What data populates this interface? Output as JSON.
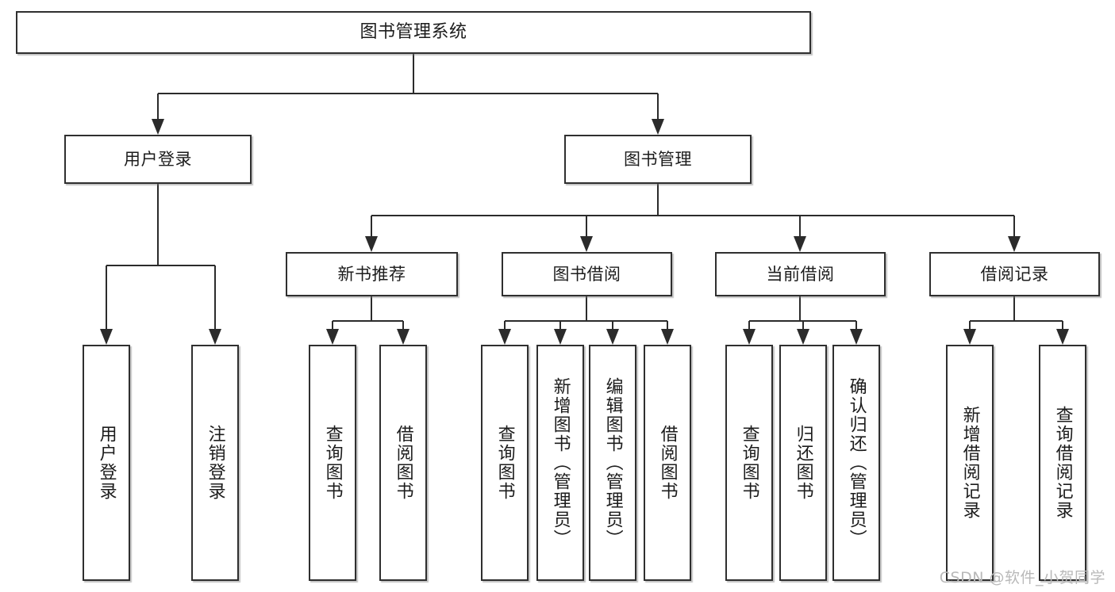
{
  "diagram": {
    "type": "tree",
    "title": "图书管理系统",
    "watermark": "CSDN @软件_小贺同学",
    "colors": {
      "box_border": "#2f2f2f",
      "box_fill": "#ffffff",
      "connector": "#2b2b2b",
      "text": "#1c1c1c",
      "watermark": "#b9b9b9",
      "background": "#ffffff"
    },
    "nodes": {
      "root": {
        "label": "图书管理系统",
        "level": 1,
        "orientation": "horizontal"
      },
      "user_login": {
        "label": "用户登录",
        "level": 2,
        "orientation": "horizontal"
      },
      "book_manage": {
        "label": "图书管理",
        "level": 2,
        "orientation": "horizontal"
      },
      "new_book_rec": {
        "label": "新书推荐",
        "level": 3,
        "orientation": "horizontal"
      },
      "book_borrow": {
        "label": "图书借阅",
        "level": 3,
        "orientation": "horizontal"
      },
      "current_borrow": {
        "label": "当前借阅",
        "level": 3,
        "orientation": "horizontal"
      },
      "borrow_record": {
        "label": "借阅记录",
        "level": 3,
        "orientation": "horizontal"
      },
      "leaf_user_login": {
        "label": "用户登录",
        "level": 3,
        "orientation": "vertical"
      },
      "leaf_user_logout": {
        "label": "注销登录",
        "level": 3,
        "orientation": "vertical"
      },
      "leaf_rec_query": {
        "label": "查询图书",
        "level": 4,
        "orientation": "vertical"
      },
      "leaf_rec_borrow": {
        "label": "借阅图书",
        "level": 4,
        "orientation": "vertical"
      },
      "leaf_bb_query": {
        "label": "查询图书",
        "level": 4,
        "orientation": "vertical"
      },
      "leaf_bb_add": {
        "label": "新增图书（管理员）",
        "level": 4,
        "orientation": "vertical"
      },
      "leaf_bb_edit": {
        "label": "编辑图书（管理员）",
        "level": 4,
        "orientation": "vertical"
      },
      "leaf_bb_borrow": {
        "label": "借阅图书",
        "level": 4,
        "orientation": "vertical"
      },
      "leaf_cb_query": {
        "label": "查询图书",
        "level": 4,
        "orientation": "vertical"
      },
      "leaf_cb_return": {
        "label": "归还图书",
        "level": 4,
        "orientation": "vertical"
      },
      "leaf_cb_confirm": {
        "label": "确认归还（管理员）",
        "level": 4,
        "orientation": "vertical"
      },
      "leaf_br_add": {
        "label": "新增借阅记录",
        "level": 4,
        "orientation": "vertical"
      },
      "leaf_br_query": {
        "label": "查询借阅记录",
        "level": 4,
        "orientation": "vertical"
      }
    },
    "edges": [
      {
        "from": "root",
        "to": "user_login"
      },
      {
        "from": "root",
        "to": "book_manage"
      },
      {
        "from": "user_login",
        "to": "leaf_user_login"
      },
      {
        "from": "user_login",
        "to": "leaf_user_logout"
      },
      {
        "from": "book_manage",
        "to": "new_book_rec"
      },
      {
        "from": "book_manage",
        "to": "book_borrow"
      },
      {
        "from": "book_manage",
        "to": "current_borrow"
      },
      {
        "from": "book_manage",
        "to": "borrow_record"
      },
      {
        "from": "new_book_rec",
        "to": "leaf_rec_query"
      },
      {
        "from": "new_book_rec",
        "to": "leaf_rec_borrow"
      },
      {
        "from": "book_borrow",
        "to": "leaf_bb_query"
      },
      {
        "from": "book_borrow",
        "to": "leaf_bb_add"
      },
      {
        "from": "book_borrow",
        "to": "leaf_bb_edit"
      },
      {
        "from": "book_borrow",
        "to": "leaf_bb_borrow"
      },
      {
        "from": "current_borrow",
        "to": "leaf_cb_query"
      },
      {
        "from": "current_borrow",
        "to": "leaf_cb_return"
      },
      {
        "from": "current_borrow",
        "to": "leaf_cb_confirm"
      },
      {
        "from": "borrow_record",
        "to": "leaf_br_add"
      },
      {
        "from": "borrow_record",
        "to": "leaf_br_query"
      }
    ]
  }
}
